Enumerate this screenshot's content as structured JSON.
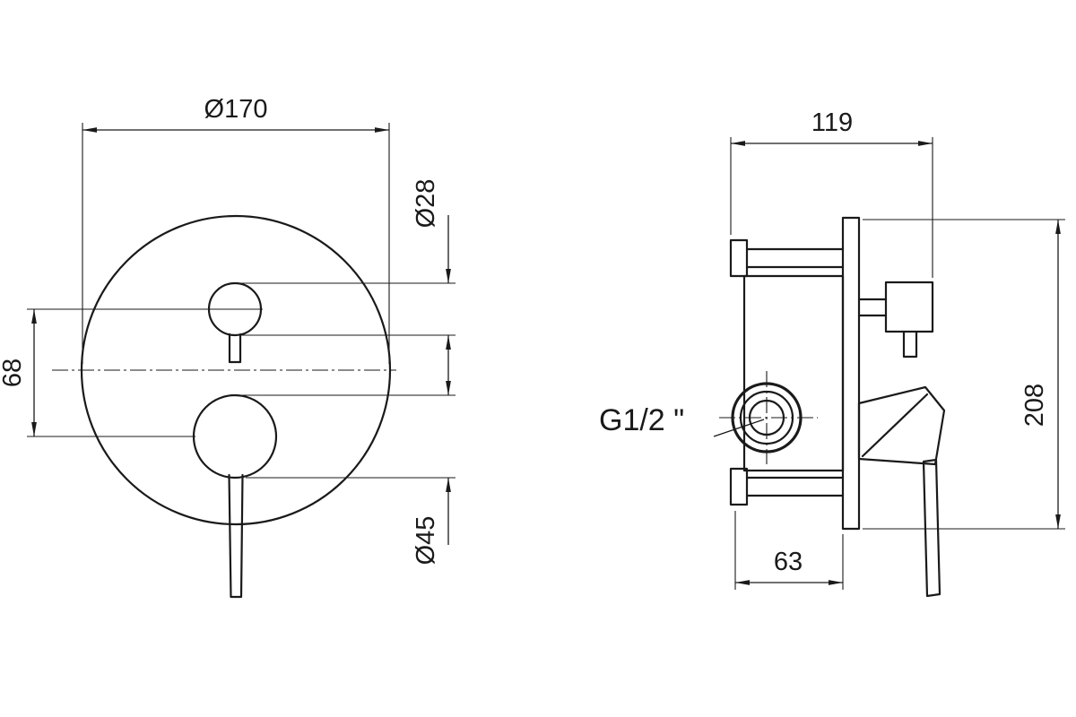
{
  "meta": {
    "drawing_type": "technical-dimension-drawing",
    "subject": "concealed-shower-mixer-two-views",
    "background_color": "#ffffff",
    "line_color": "#1a1a1a"
  },
  "front_view": {
    "outer_diameter_label": "Ø170",
    "knob_diameter_label": "Ø28",
    "handle_diameter_label": "Ø45",
    "center_spacing_label": "68"
  },
  "side_view": {
    "depth_label": "119",
    "height_label": "208",
    "box_depth_label": "63",
    "thread_label": "G1/2 \""
  }
}
